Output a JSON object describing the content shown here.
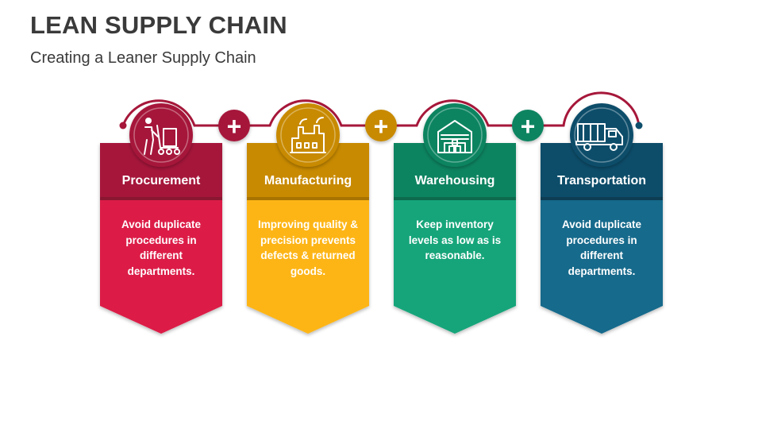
{
  "title": "LEAN SUPPLY CHAIN",
  "subtitle": "Creating a Leaner Supply Chain",
  "steps": [
    {
      "label": "Procurement",
      "text": "Avoid duplicate procedures in different departments.",
      "icon": "worker-hand-truck-icon",
      "head_color": "#a6173a",
      "body_color": "#dc1e47"
    },
    {
      "label": "Manufacturing",
      "text": "Improving quality & precision prevents defects & returned goods.",
      "icon": "factory-icon",
      "head_color": "#c88a00",
      "body_color": "#fdb515"
    },
    {
      "label": "Warehousing",
      "text": "Keep inventory levels as low as is reasonable.",
      "icon": "warehouse-icon",
      "head_color": "#0a8460",
      "body_color": "#12a57a"
    },
    {
      "label": "Transportation",
      "text": "Avoid duplicate procedures in different departments.",
      "icon": "delivery-truck-icon",
      "head_color": "#0e4e6a",
      "body_color": "#156b8c"
    }
  ],
  "connectors": [
    {
      "symbol": "+",
      "color": "#a6173a"
    },
    {
      "symbol": "+",
      "color": "#c88a00"
    },
    {
      "symbol": "+",
      "color": "#0a8460"
    }
  ]
}
